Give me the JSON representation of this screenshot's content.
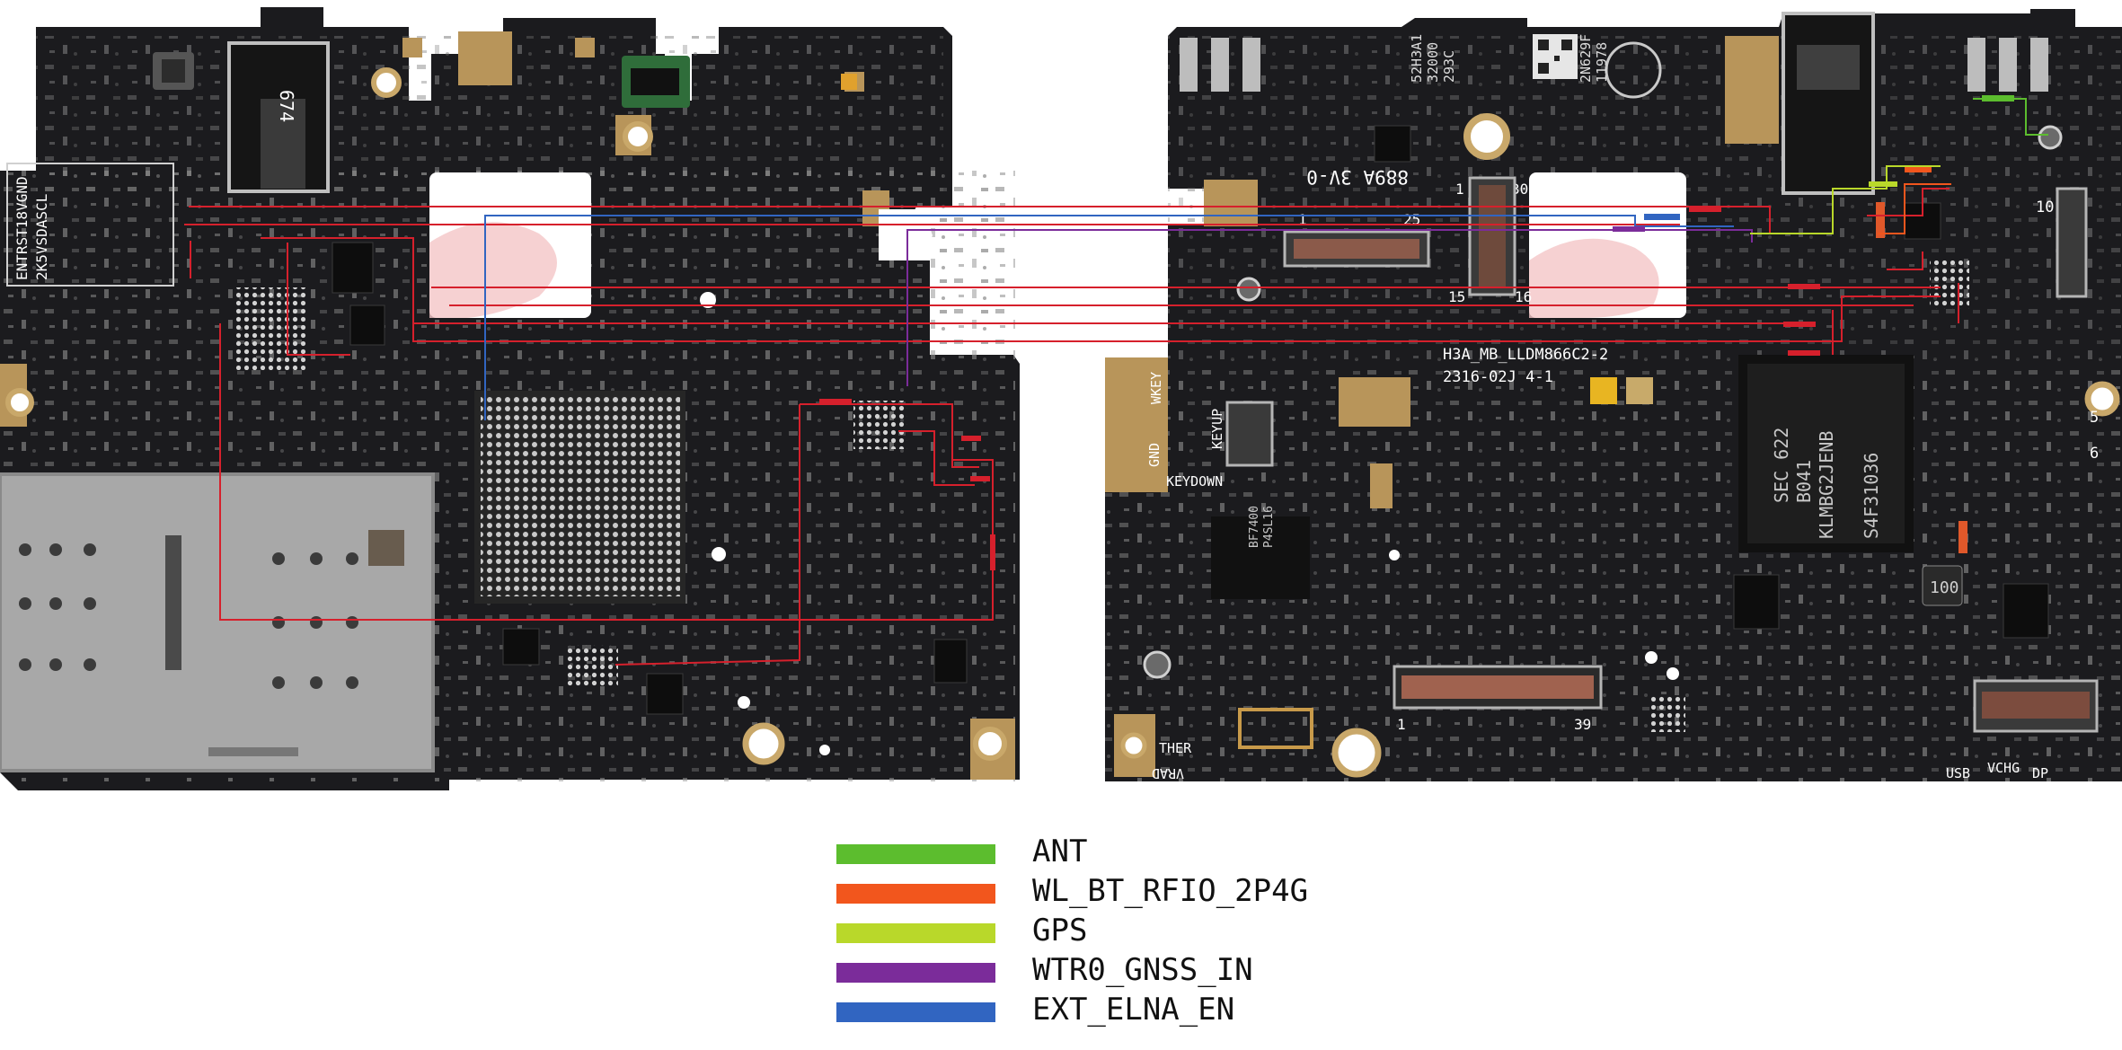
{
  "legend": [
    {
      "label": "ANT",
      "color": "#5cbd2e"
    },
    {
      "label": "WL_BT_RFIO_2P4G",
      "color": "#f2561d"
    },
    {
      "label": "GPS",
      "color": "#b9d82a"
    },
    {
      "label": "WTR0_GNSS_IN",
      "color": "#7b2c9a"
    },
    {
      "label": "EXT_ELNA_EN",
      "color": "#3165c1"
    }
  ],
  "trace_color": "#d6202c",
  "board_color": "#1b1b1e",
  "gold_color": "#b8955a",
  "left_board": {
    "silk_block_1": "ENTRST18VGND",
    "silk_block_2": "2K5VSDASCL",
    "silk_chip": "674"
  },
  "right_board": {
    "silk_code_1": "889A 3V-0",
    "silk_conn_1": "1",
    "silk_conn_25": "25",
    "silk_conn2_1": "1",
    "silk_conn2_30": "30",
    "silk_conn2_15": "15",
    "silk_conn2_16": "16",
    "silk_qr_1": "52H3A1",
    "silk_qr_2": "32000",
    "silk_qr_3": "293C",
    "silk_qr_4": "2N629F",
    "silk_qr_5": "11978",
    "silk_part_1": "H3A_MB_LLDM866C2-2",
    "silk_part_2": "2316-02J 4-1",
    "silk_chip_1": "SEC 622",
    "silk_chip_2": "B041",
    "silk_chip_3": "KLMBG2JENB",
    "silk_chip_4": "S4F31036",
    "silk_pmic_1": "BF7400",
    "silk_pmic_2": "P4SL16",
    "silk_inductor": "100",
    "silk_fpc_1": "1",
    "silk_fpc_39": "39",
    "silk_wkey": "WKEY",
    "silk_keyup": "KEYUP",
    "silk_gnd": "GND",
    "silk_keydown": "KEYDOWN",
    "silk_ther": "THER",
    "silk_vrad": "VRAD",
    "silk_usb": "USB",
    "silk_vchg": "VCHG",
    "silk_dp": "DP",
    "silk_num_10": "10",
    "silk_num_5": "5",
    "silk_num_6": "6"
  }
}
